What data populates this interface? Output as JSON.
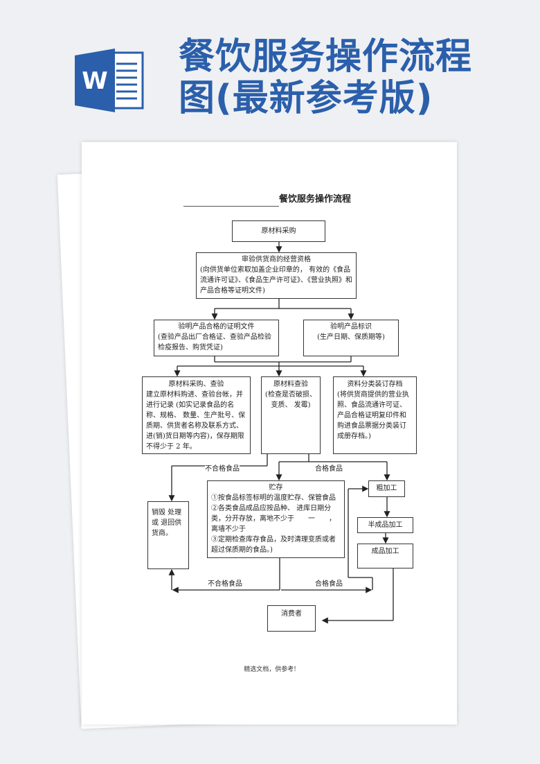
{
  "header": {
    "title_line1": "餐饮服务操作流程",
    "title_line2": "图(最新参考版)",
    "icon": "word-icon",
    "brand_color": "#2b5fab"
  },
  "doc": {
    "title": "餐饮服务操作流程",
    "nodes": {
      "purchase": "原材料采购",
      "audit_title": "审验供货商的经营资格",
      "audit_body": "(向供货单位索取加盖企业印章的， 有效的《食品流通许可证》、《食品生产许可证》、《营业执照》和产品合格等证明文件)",
      "cert_title": "验明产品合格的证明文件",
      "cert_body": "(查验产品出厂合格证、查验产品检验检疫报告、购货凭证)",
      "label_title": "验明产品标识",
      "label_body": "(生产日期、保质期等)",
      "record_title": "原材料采购、查验",
      "record_body": "建立原材料购进、查验台帐，并进行记录 (如实记录食品的名称、规格、 数量、生产批号、保质期、供货者名称及联系方式、进(销)货日期等内容)，保存期限不得少于 2 年。",
      "inspect_title": "原材料查验",
      "inspect_body": "(检查是否破损、变质、 发霉)",
      "archive_title": "资料分类装订存档",
      "archive_body": "(将供货商提供的营业执照、食品流通许可证、产品合格证明复印件和购进食品票据分类装订成册存档。)",
      "destroy": "销毁 处理 或 退回供货商。",
      "storage_title": "贮存",
      "storage_1": "①按食品标签标明的温度贮存、保管食品",
      "storage_2": "②各类食品成品应按品种、 进库日期分类，分开存放，离地不少于　　一　　，离墙不少于",
      "storage_3": "③定期检查库存食品，及时清理变质或者超过保质期的食品。)",
      "rough": "粗加工",
      "semi": "半成品加工",
      "finished": "成品加工",
      "consumer": "消费者"
    },
    "labels": {
      "unqualified": "不合格食品",
      "qualified": "合格食品"
    },
    "footer": "精选文档，供参考!"
  }
}
